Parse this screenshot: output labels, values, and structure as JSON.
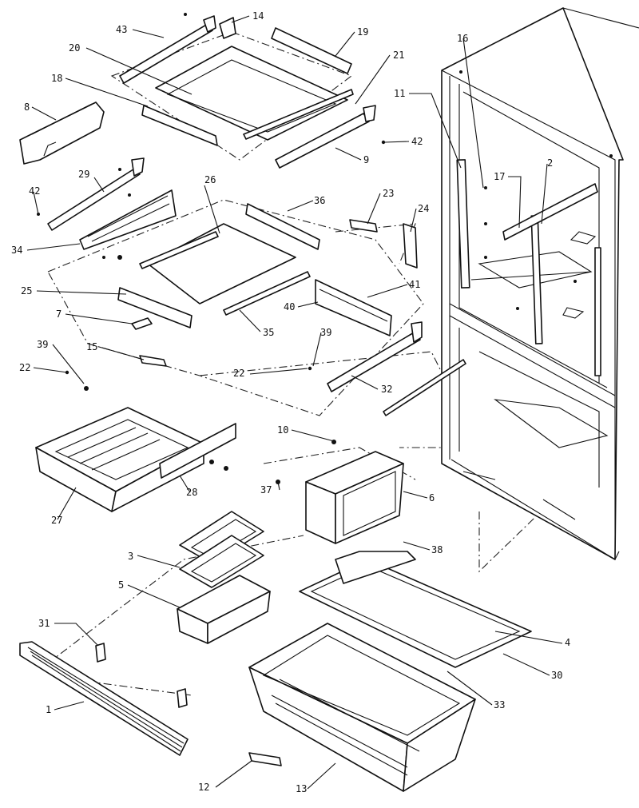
{
  "diagram": {
    "callouts": [
      {
        "id": "c1",
        "label": "1"
      },
      {
        "id": "c2",
        "label": "2"
      },
      {
        "id": "c3",
        "label": "3"
      },
      {
        "id": "c4",
        "label": "4"
      },
      {
        "id": "c5",
        "label": "5"
      },
      {
        "id": "c6",
        "label": "6"
      },
      {
        "id": "c7",
        "label": "7"
      },
      {
        "id": "c8",
        "label": "8"
      },
      {
        "id": "c9",
        "label": "9"
      },
      {
        "id": "c10",
        "label": "10"
      },
      {
        "id": "c11",
        "label": "11"
      },
      {
        "id": "c12",
        "label": "12"
      },
      {
        "id": "c13",
        "label": "13"
      },
      {
        "id": "c14",
        "label": "14"
      },
      {
        "id": "c15",
        "label": "15"
      },
      {
        "id": "c16",
        "label": "16"
      },
      {
        "id": "c17",
        "label": "17"
      },
      {
        "id": "c18",
        "label": "18"
      },
      {
        "id": "c19",
        "label": "19"
      },
      {
        "id": "c20",
        "label": "20"
      },
      {
        "id": "c21",
        "label": "21"
      },
      {
        "id": "c22a",
        "label": "22"
      },
      {
        "id": "c22b",
        "label": "22"
      },
      {
        "id": "c23",
        "label": "23"
      },
      {
        "id": "c24",
        "label": "24"
      },
      {
        "id": "c25",
        "label": "25"
      },
      {
        "id": "c26",
        "label": "26"
      },
      {
        "id": "c27",
        "label": "27"
      },
      {
        "id": "c28",
        "label": "28"
      },
      {
        "id": "c29",
        "label": "29"
      },
      {
        "id": "c30",
        "label": "30"
      },
      {
        "id": "c31",
        "label": "31"
      },
      {
        "id": "c32",
        "label": "32"
      },
      {
        "id": "c33",
        "label": "33"
      },
      {
        "id": "c34",
        "label": "34"
      },
      {
        "id": "c35",
        "label": "35"
      },
      {
        "id": "c36",
        "label": "36"
      },
      {
        "id": "c37",
        "label": "37"
      },
      {
        "id": "c38",
        "label": "38"
      },
      {
        "id": "c39a",
        "label": "39"
      },
      {
        "id": "c39b",
        "label": "39"
      },
      {
        "id": "c40",
        "label": "40"
      },
      {
        "id": "c41",
        "label": "41"
      },
      {
        "id": "c42a",
        "label": "42"
      },
      {
        "id": "c42b",
        "label": "42"
      },
      {
        "id": "c43",
        "label": "43"
      }
    ]
  }
}
